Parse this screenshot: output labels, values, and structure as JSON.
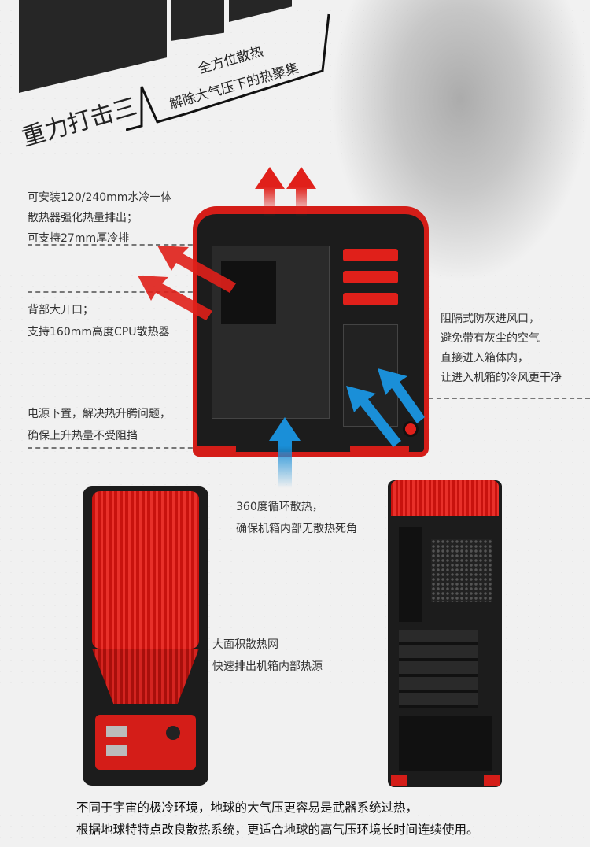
{
  "heading": {
    "title": "重力打击三",
    "sub1": "全方位散热",
    "sub2": "解除大气压下的热聚集"
  },
  "callouts": {
    "water_cooling": [
      "可安装120/240mm水冷一体",
      "散热器强化热量排出；",
      "可支持27mm厚冷排"
    ],
    "rear_opening": [
      "背部大开口；",
      "支持160mm高度CPU散热器"
    ],
    "psu": [
      "电源下置，解决热升腾问题，",
      "确保上升热量不受阻挡"
    ],
    "intake": [
      "阻隔式防灰进风口，",
      "避免带有灰尘的空气",
      "直接进入箱体内，",
      "让进入机箱的冷风更干净"
    ],
    "circulation": [
      "360度循环散热，",
      "确保机箱内部无散热死角"
    ],
    "mesh": [
      "大面积散热网",
      "快速排出机箱内部热源"
    ]
  },
  "footer": [
    "不同于宇宙的极冷环境，地球的大气压更容易是武器系统过热，",
    "根据地球特特点改良散热系统，更适合地球的高气压环境长时间连续使用。"
  ],
  "colors": {
    "red": "#e0201a",
    "blue": "#1a8fd8",
    "dark": "#1c1c1c"
  }
}
